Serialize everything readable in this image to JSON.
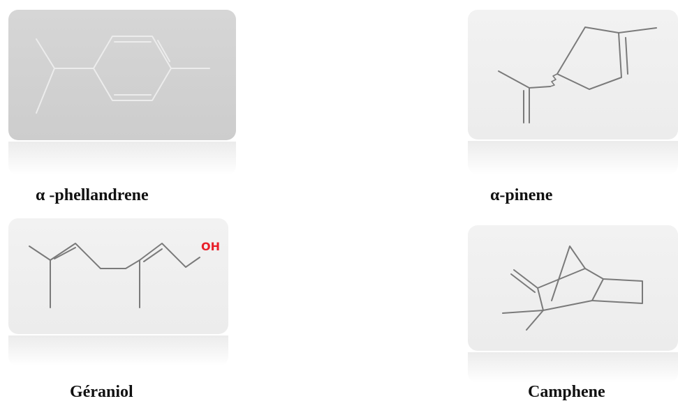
{
  "molecules": [
    {
      "name": "α -phellandrene",
      "icon": "alpha-phellandrene-structure-icon",
      "theme": "dark",
      "tile_color": "#d3d3d3",
      "bond_color": "#e9e9e9"
    },
    {
      "name": "α-pinene",
      "icon": "alpha-pinene-structure-icon",
      "theme": "light",
      "tile_color": "#eeeeee",
      "bond_color": "#7a7a7a"
    },
    {
      "name": "Géraniol",
      "icon": "geraniol-structure-icon",
      "theme": "light",
      "tile_color": "#eeeeee",
      "bond_color": "#7a7a7a",
      "atom_label": "OH",
      "atom_color": "#e8202a"
    },
    {
      "name": "Camphene",
      "icon": "camphene-structure-icon",
      "theme": "light",
      "tile_color": "#eeeeee",
      "bond_color": "#7a7a7a"
    }
  ]
}
